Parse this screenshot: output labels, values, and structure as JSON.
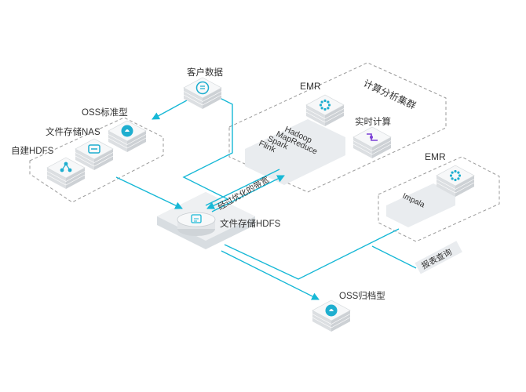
{
  "colors": {
    "accent": "#17b8d6",
    "icon_fill": "#1eaecf",
    "purple": "#7b3fd6",
    "dash": "#9a9a9a",
    "panel": "#e9ecef",
    "box_top": "#f7f8f9",
    "box_left": "#dcdfe2",
    "box_right": "#cdd1d5"
  },
  "nodes": {
    "customer_data": {
      "label": "客户数据",
      "icon": "document-icon"
    },
    "oss_standard": {
      "label": "OSS标准型",
      "icon": "oss-bucket-icon"
    },
    "file_nas": {
      "label": "文件存储NAS",
      "icon": "nas-icon"
    },
    "self_hdfs": {
      "label": "自建HDFS",
      "icon": "hdfs-icon"
    },
    "file_hdfs": {
      "label": "文件存储HDFS",
      "icon": "file-storage-icon"
    },
    "emr_compute": {
      "label": "EMR",
      "icon": "emr-icon"
    },
    "realtime": {
      "label": "实时计算",
      "icon": "realtime-compute-icon"
    },
    "emr_impala": {
      "label": "EMR",
      "icon": "emr-icon"
    },
    "oss_archive": {
      "label": "OSS归档型",
      "icon": "oss-bucket-icon"
    }
  },
  "compute_cluster": {
    "title": "计算分析集群",
    "engines": [
      "Hadoop",
      "MapReduce",
      "Spark",
      "Flink"
    ]
  },
  "impala_label": "Impala",
  "bandwidth_label": "经过优化的带宽",
  "report_label": "报表查询"
}
